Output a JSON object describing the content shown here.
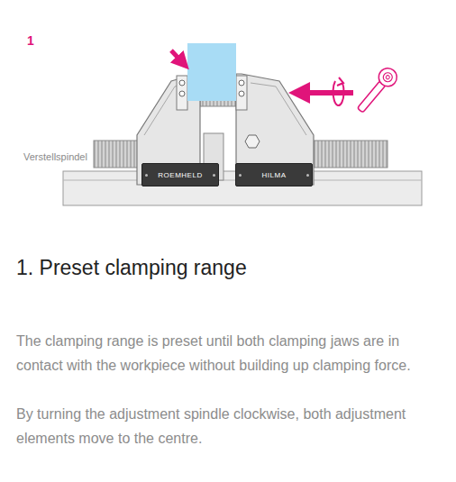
{
  "diagram": {
    "title": "1. Preset clamping range",
    "nodes": [
      {
        "text": [
          "ROEMHELD"
        ]
      },
      {
        "text": [
          "HILMA"
        ]
      }
    ],
    "labels": [
      "1",
      "Verstellspindel",
      "The clamping range is preset until both clamping jaws are in contact with the workpiece without building up clamping force.",
      "By turning the adjustment spindle clockwise, both adjustment elements move to the centre."
    ]
  }
}
